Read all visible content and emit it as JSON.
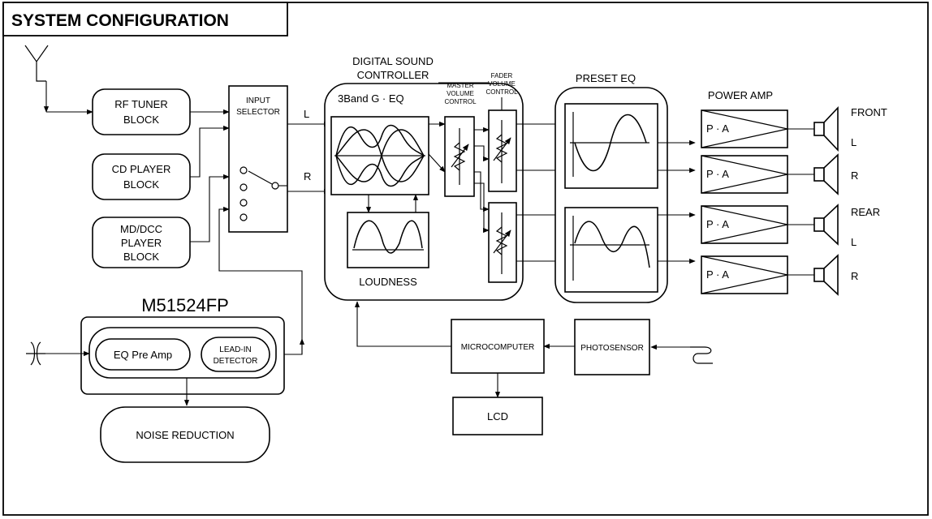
{
  "title": "SYSTEM CONFIGURATION",
  "blocks": {
    "rf_tuner": [
      "RF TUNER",
      "BLOCK"
    ],
    "cd_player": [
      "CD PLAYER",
      "BLOCK"
    ],
    "md_dcc": [
      "MD/DCC",
      "PLAYER",
      "BLOCK"
    ],
    "input_selector": [
      "INPUT",
      "SELECTOR"
    ],
    "dsc_title": [
      "DIGITAL SOUND",
      "CONTROLLER"
    ],
    "geq": "3Band G · EQ",
    "loudness": "LOUDNESS",
    "master_volume": [
      "MASTER",
      "VOLUME",
      "CONTROL"
    ],
    "fader_volume": [
      "FADER",
      "VOLUME",
      "CONTROL"
    ],
    "preset_eq": "PRESET EQ",
    "power_amp": "POWER AMP",
    "pa_label": "P · A",
    "chip": "M51524FP",
    "eq_pre_amp": "EQ Pre Amp",
    "lead_in": [
      "LEAD-IN",
      "DETECTOR"
    ],
    "noise_reduction": "NOISE REDUCTION",
    "microcomputer": "MICROCOMPUTER",
    "photosensor": "PHOTOSENSOR",
    "lcd": "LCD"
  },
  "channels": {
    "left": "L",
    "right": "R",
    "front": "FRONT",
    "rear": "REAR"
  }
}
